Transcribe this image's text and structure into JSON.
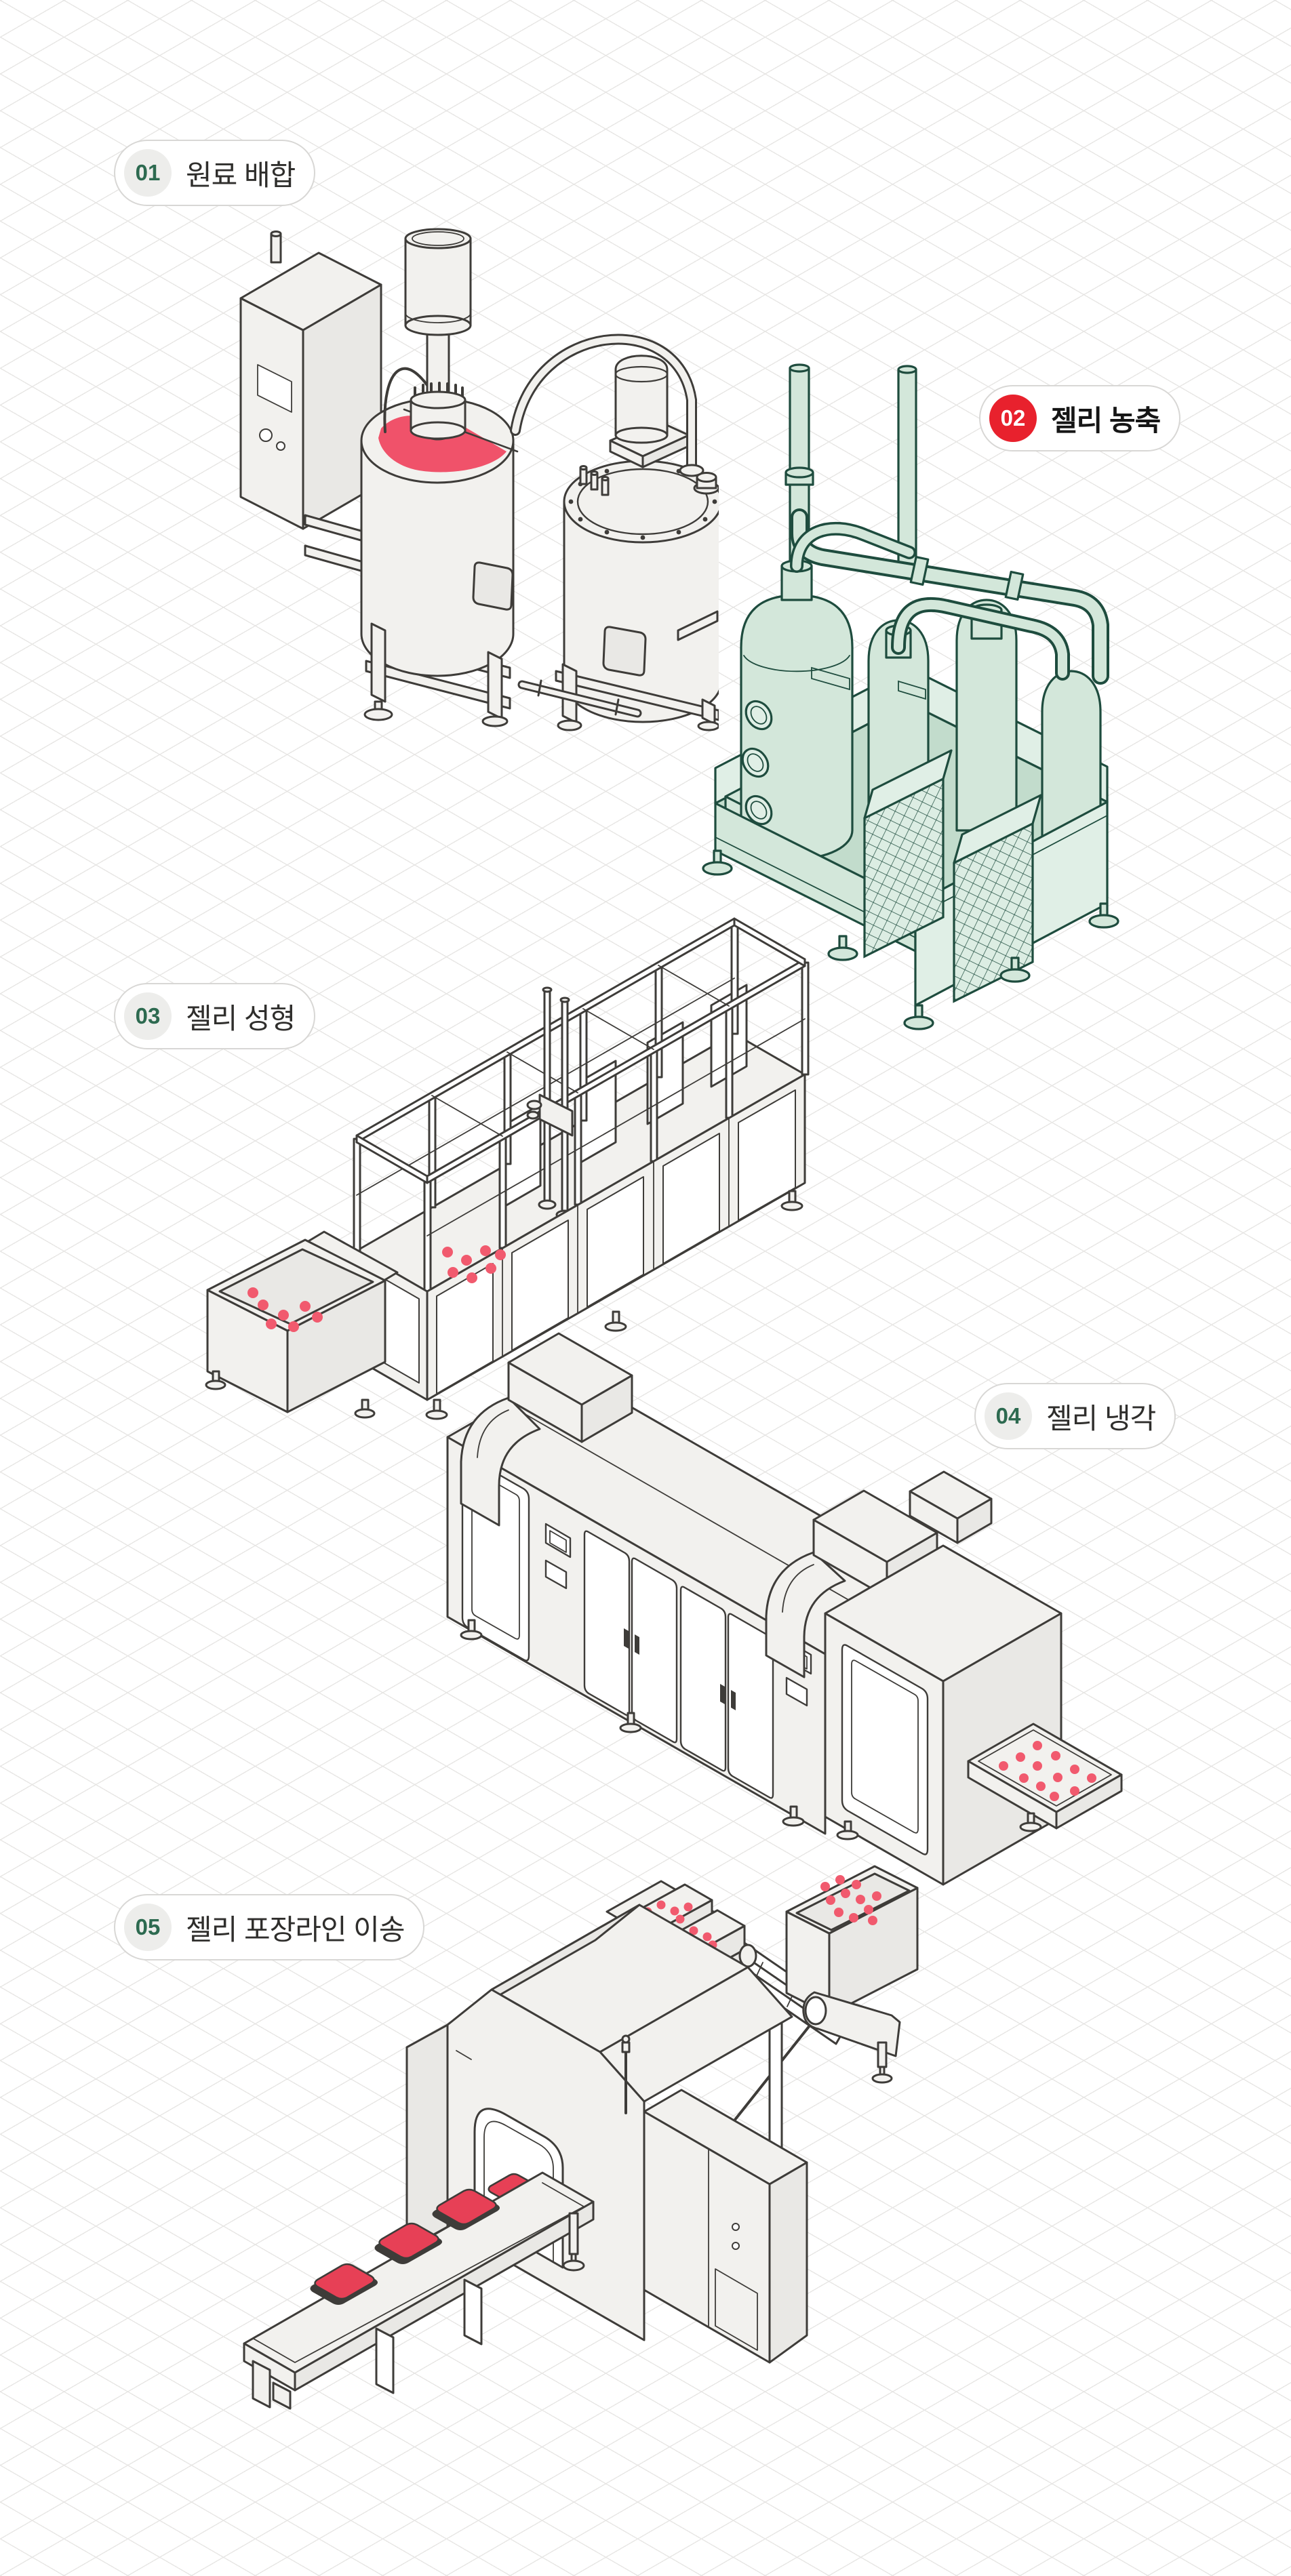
{
  "title": "jelly-production-process-infographic",
  "steps": [
    {
      "number": "01",
      "label": "원료 배합",
      "machine": "mixing-tanks",
      "active": false
    },
    {
      "number": "02",
      "label": "젤리 농축",
      "machine": "concentration-columns",
      "active": true
    },
    {
      "number": "03",
      "label": "젤리 성형",
      "machine": "molding-line",
      "active": false
    },
    {
      "number": "04",
      "label": "젤리 냉각",
      "machine": "cooling-tunnel",
      "active": false
    },
    {
      "number": "05",
      "label": "젤리 포장라인 이송",
      "machine": "packaging-line",
      "active": false
    }
  ],
  "colors": {
    "background": "#ffffff",
    "grid_line": "#e7e6e4",
    "outline_ink": "#3e3c39",
    "machine_fill": "#f2f1ee",
    "badge_border": "#d8d7d5",
    "badge_number_bg": "#ededeb",
    "badge_number_green": "#2d6a50",
    "active_badge_red": "#e8212d",
    "jelly_dot_red": "#f15a6e",
    "jelly_liquid_red": "#f0526a",
    "jelly_pouch_red": "#e74056",
    "highlight_green_fill": "#d3e7da",
    "highlight_green_stroke": "#1e4c3e"
  }
}
